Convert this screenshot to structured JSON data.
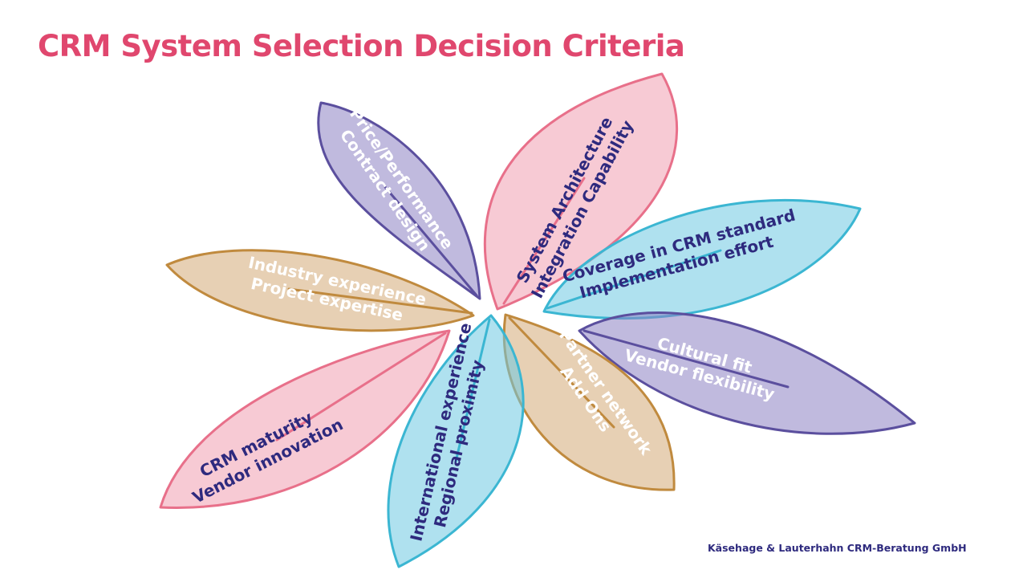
{
  "title": "CRM System Selection Decision Criteria",
  "footer": "Käsehage & Lauterhahn CRM-Beratung GmbH",
  "colors": {
    "title": "#e0476e",
    "navy": "#2e2a7e",
    "purple": "#5b4f9e",
    "pink": "#e8708a",
    "cyan": "#3bb6d2",
    "tan": "#c08a3e"
  },
  "petals": [
    {
      "lines": [
        "Price/Performance",
        "Contract design"
      ],
      "color": "purple"
    },
    {
      "lines": [
        "System Architecture",
        "Integration Capability"
      ],
      "color": "pink"
    },
    {
      "lines": [
        "Coverage in CRM standard",
        "Implementation effort"
      ],
      "color": "cyan"
    },
    {
      "lines": [
        "Cultural fit",
        "Vendor flexibility"
      ],
      "color": "purple"
    },
    {
      "lines": [
        "Partner network",
        "Add Ons"
      ],
      "color": "tan"
    },
    {
      "lines": [
        "International experience",
        "Regional proximity"
      ],
      "color": "cyan"
    },
    {
      "lines": [
        "CRM maturity",
        "Vendor innovation"
      ],
      "color": "pink"
    },
    {
      "lines": [
        "Industry experience",
        "Project expertise"
      ],
      "color": "tan"
    }
  ]
}
